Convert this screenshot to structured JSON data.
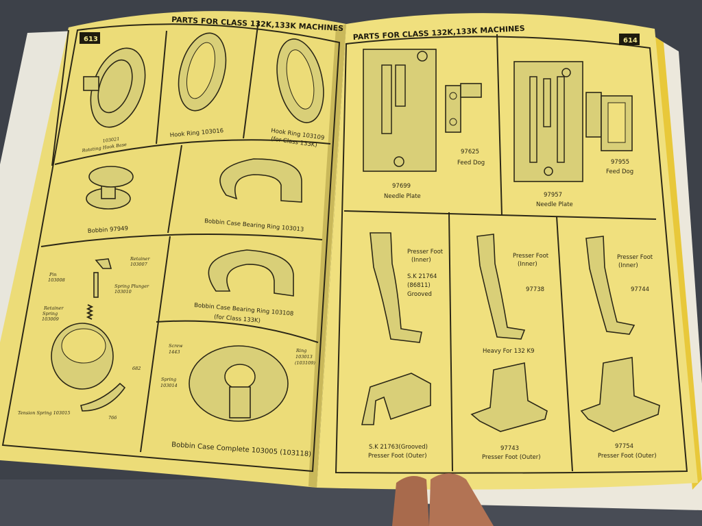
{
  "left_page": {
    "header": "PARTS FOR CLASS 132K,133K MACHINES",
    "page_number": "613",
    "parts": [
      {
        "number": "103021",
        "name": "Rotating Hook Base"
      },
      {
        "label": "Hook Ring  103016"
      },
      {
        "label": "Hook Ring  103109",
        "note": "(for Class 133K)"
      },
      {
        "label": "Bobbin  97949"
      },
      {
        "label": "Bobbin Case Bearing Ring  103013"
      },
      {
        "label": "Bobbin Case Bearing Ring  103108",
        "note": "(for Class 133K)"
      },
      {
        "label": "Bobbin Case Complete  103005  (103118)"
      }
    ],
    "exploded_callouts": {
      "retainer": "Retainer",
      "retainer_no": "103007",
      "pin": "Pin",
      "pin_no": "103008",
      "spring_plunger": "Spring Plunger",
      "spring_plunger_no": "103010",
      "retainer_spring": "Retainer",
      "retainer_spring_2": "Spring",
      "retainer_spring_no": "103009",
      "screw_682": "682",
      "screw_766": "766",
      "tension_spring": "Tension Spring 103015"
    },
    "case_callouts": {
      "screw": "Screw",
      "screw_no": "1443",
      "spring": "Spring",
      "spring_no": "103014",
      "ring": "Ring",
      "ring_no": "103013",
      "ring_alt": "(103109)"
    }
  },
  "right_page": {
    "header": "PARTS FOR CLASS 132K,133K MACHINES",
    "page_number": "614",
    "parts": [
      {
        "number": "97699",
        "name": "Needle Plate"
      },
      {
        "number": "97625",
        "name": "Feed Dog"
      },
      {
        "number": "97957",
        "name": "Needle Plate"
      },
      {
        "number": "97955",
        "name": "Feed Dog"
      }
    ],
    "presser_feet": [
      {
        "title1": "Presser Foot",
        "title2": "(Inner)",
        "l1": "S.K 21764",
        "l2": "(86811)",
        "l3": "Grooved"
      },
      {
        "title1": "Presser Foot",
        "title2": "(Inner)",
        "l1": "97738",
        "bottom": "Heavy For 132 K9"
      },
      {
        "title1": "Presser Foot",
        "title2": "(Inner)",
        "l1": "97744"
      }
    ],
    "outer_feet": [
      {
        "number": "S.K 21763(Grooved)",
        "name": "Presser Foot (Outer)"
      },
      {
        "number": "97743",
        "name": "Presser Foot (Outer)"
      },
      {
        "number": "97754",
        "name": "Presser Foot (Outer)"
      }
    ]
  }
}
